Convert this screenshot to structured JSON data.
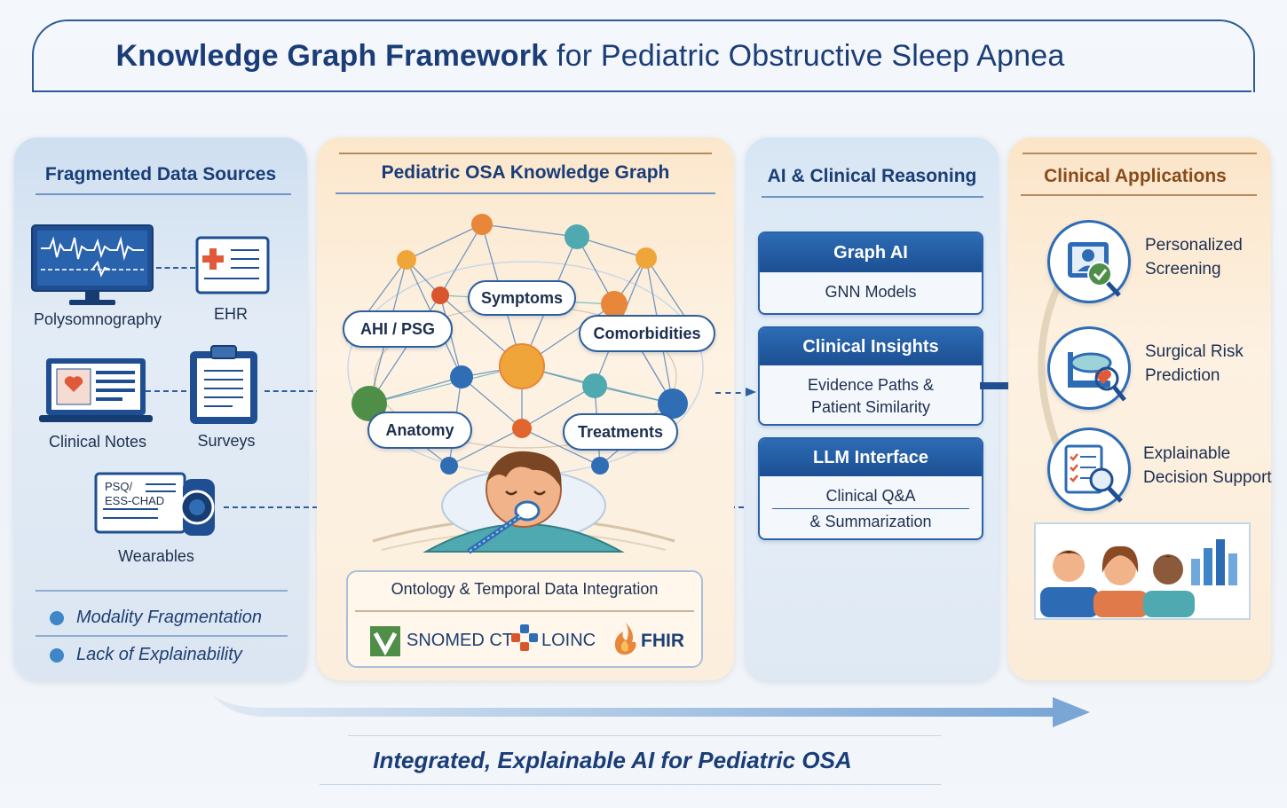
{
  "title": {
    "bold": "Knowledge Graph Framework",
    "rest": "for Pediatric Obstructive Sleep Apnea"
  },
  "panels": {
    "sources": {
      "heading": "Fragmented Data Sources",
      "items": {
        "polysomnography": "Polysomnography",
        "ehr": "EHR",
        "clinical_notes": "Clinical Notes",
        "surveys": "Surveys",
        "wearables": "Wearables",
        "survey_card_line1": "PSQ/",
        "survey_card_line2": "ESS-CHAD"
      },
      "issues": [
        "Modality Fragmentation",
        "Lack of Explainability"
      ]
    },
    "kg": {
      "heading": "Pediatric OSA Knowledge Graph",
      "nodes": {
        "symptoms": "Symptoms",
        "ahi_psg": "AHI / PSG",
        "comorbidities": "Comorbidities",
        "anatomy": "Anatomy",
        "treatments": "Treatments"
      },
      "ontology": {
        "title": "Ontology & Temporal Data Integration",
        "standards": [
          "SNOMED CT",
          "LOINC",
          "FHIR"
        ]
      }
    },
    "ai": {
      "heading": "AI & Clinical Reasoning",
      "boxes": [
        {
          "title": "Graph AI",
          "line1": "GNN Models",
          "line2": ""
        },
        {
          "title": "Clinical Insights",
          "line1": "Evidence Paths &",
          "line2": "Patient Similarity"
        },
        {
          "title": "LLM Interface",
          "line1": "Clinical Q&A",
          "line2": "& Summarization"
        }
      ]
    },
    "apps": {
      "heading": "Clinical Applications",
      "items": [
        {
          "line1": "Personalized",
          "line2": "Screening",
          "icon": "screening-icon"
        },
        {
          "line1": "Surgical Risk",
          "line2": "Prediction",
          "icon": "surgical-risk-icon"
        },
        {
          "line1": "Explainable",
          "line2": "Decision Support",
          "icon": "decision-support-icon"
        }
      ]
    }
  },
  "footer": "Integrated, Explainable AI for Pediatric OSA",
  "colors": {
    "navy": "#1a3d78",
    "accent_blue": "#2d6cb5",
    "orange_heading": "#8a4b1c",
    "node_orange": "#e8863a",
    "node_teal": "#4fa9b0",
    "node_blue": "#2f6db5",
    "node_green": "#4f8e47"
  }
}
